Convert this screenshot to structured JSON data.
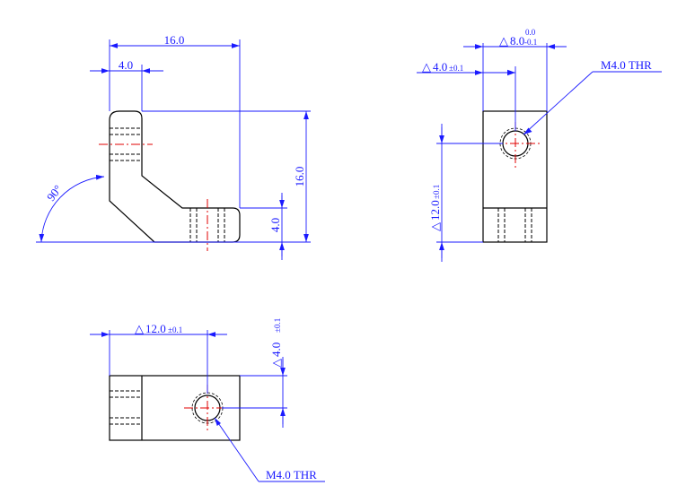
{
  "front_view": {
    "dim_width": "16.0",
    "dim_flange": "4.0",
    "dim_height": "16.0",
    "dim_thickness": "4.0",
    "dim_angle": "90°"
  },
  "side_view": {
    "dim_width_sym": "△",
    "dim_width": "8.0",
    "dim_width_tol_upper": "0.0",
    "dim_width_tol_lower": "-0.1",
    "dim_hole_offset_sym": "△",
    "dim_hole_offset": "4.0",
    "dim_hole_offset_tol": "±0.1",
    "dim_height_sym": "△",
    "dim_height": "12.0",
    "dim_height_tol": "±0.1",
    "hole_callout": "M4.0 THR"
  },
  "bottom_view": {
    "dim_hole_pos_sym": "△",
    "dim_hole_pos": "12.0",
    "dim_hole_pos_tol": "±0.1",
    "dim_hole_v_sym": "△",
    "dim_hole_v": "4.0",
    "dim_hole_v_tol": "±0.1",
    "hole_callout": "M4.0 THR"
  },
  "colors": {
    "dimension": "#1a1aff",
    "centerline": "#e00000",
    "object": "#000000"
  }
}
